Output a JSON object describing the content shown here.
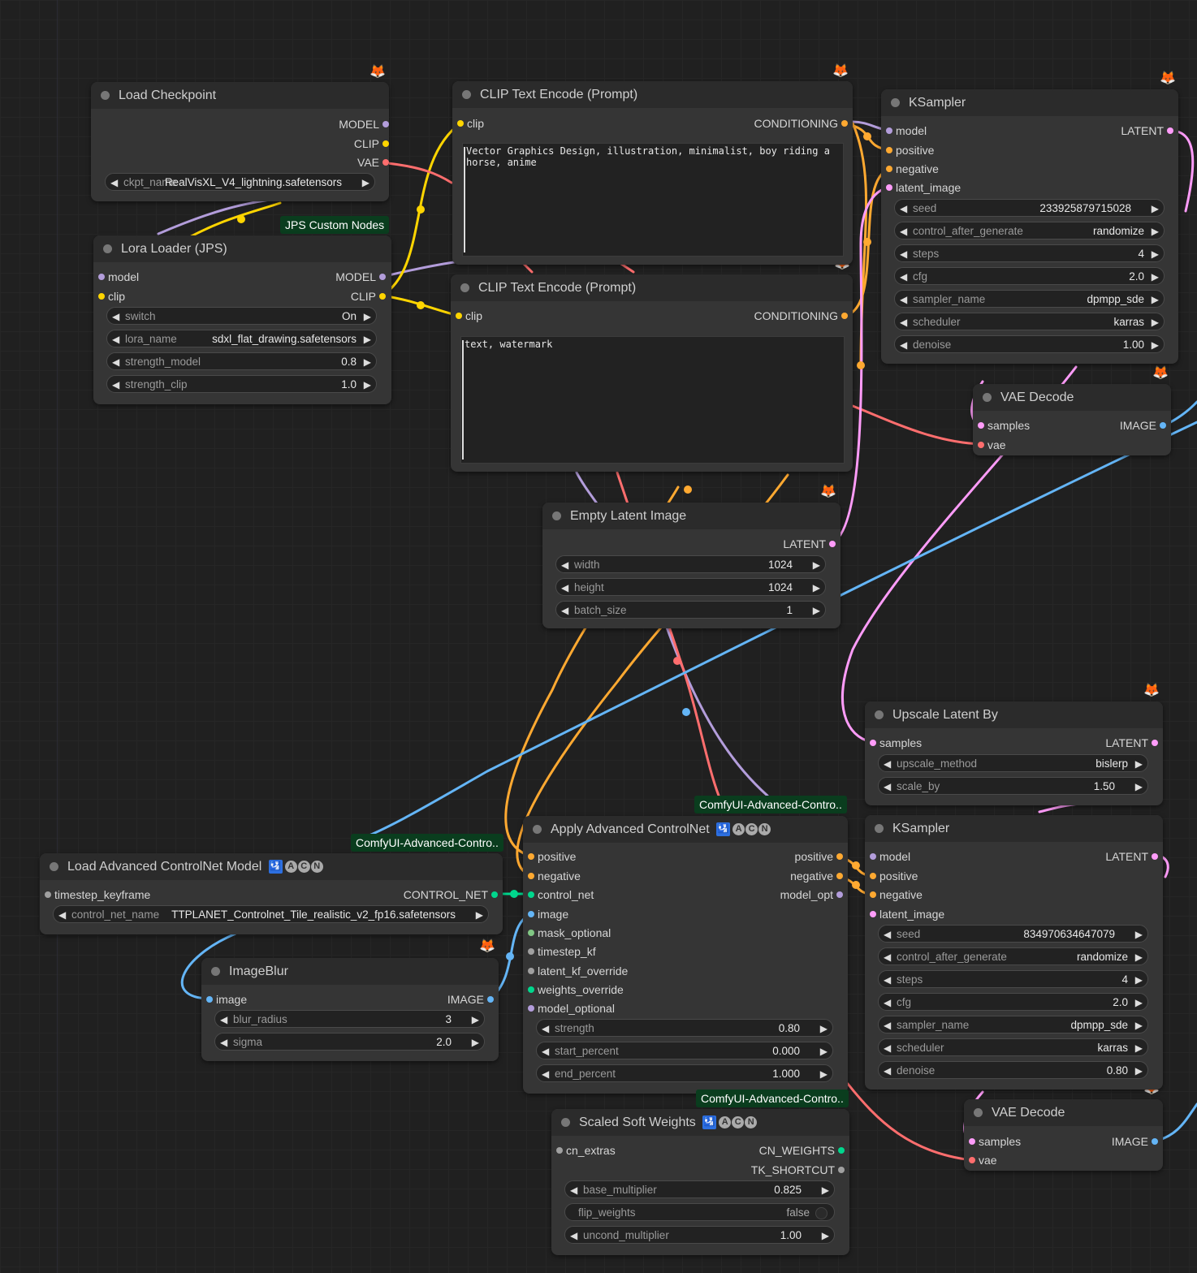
{
  "colors": {
    "model": "#b39ddb",
    "clip": "#ffd500",
    "vae": "#ff6e6e",
    "conditioning": "#ffa931",
    "latent": "#ff9cf9",
    "image": "#64b5f6",
    "control_net": "#00d78d",
    "mask": "#81c784",
    "gray": "#a0a0a0"
  },
  "icons": {
    "node_badge": "fox-icon",
    "nav_left": "left-arrow-icon",
    "nav_right": "right-arrow-icon"
  },
  "load_checkpoint": {
    "title": "Load Checkpoint",
    "out_model": "MODEL",
    "out_clip": "CLIP",
    "out_vae": "VAE",
    "ckpt_label": "ckpt_name",
    "ckpt_value": "RealVisXL_V4_lightning.safetensors"
  },
  "lora_loader": {
    "badge": "JPS Custom Nodes",
    "title": "Lora Loader (JPS)",
    "in_model": "model",
    "in_clip": "clip",
    "out_model": "MODEL",
    "out_clip": "CLIP",
    "widgets": [
      {
        "label": "switch",
        "value": "On"
      },
      {
        "label": "lora_name",
        "value": "sdxl_flat_drawing.safetensors"
      },
      {
        "label": "strength_model",
        "value": "0.8"
      },
      {
        "label": "strength_clip",
        "value": "1.0"
      }
    ]
  },
  "clip_pos": {
    "title": "CLIP Text Encode (Prompt)",
    "in_clip": "clip",
    "out": "CONDITIONING",
    "text": "Vector Graphics Design, illustration, minimalist, boy riding a horse, anime"
  },
  "clip_neg": {
    "title": "CLIP Text Encode (Prompt)",
    "in_clip": "clip",
    "out": "CONDITIONING",
    "text": "text, watermark"
  },
  "ksampler1": {
    "title": "KSampler",
    "inputs": [
      "model",
      "positive",
      "negative",
      "latent_image"
    ],
    "out": "LATENT",
    "widgets": [
      {
        "label": "seed",
        "value": "233925879715028"
      },
      {
        "label": "control_after_generate",
        "value": "randomize"
      },
      {
        "label": "steps",
        "value": "4"
      },
      {
        "label": "cfg",
        "value": "2.0"
      },
      {
        "label": "sampler_name",
        "value": "dpmpp_sde"
      },
      {
        "label": "scheduler",
        "value": "karras"
      },
      {
        "label": "denoise",
        "value": "1.00"
      }
    ]
  },
  "vae_decode1": {
    "title": "VAE Decode",
    "in_samples": "samples",
    "in_vae": "vae",
    "out": "IMAGE"
  },
  "empty_latent": {
    "title": "Empty Latent Image",
    "out": "LATENT",
    "widgets": [
      {
        "label": "width",
        "value": "1024"
      },
      {
        "label": "height",
        "value": "1024"
      },
      {
        "label": "batch_size",
        "value": "1"
      }
    ]
  },
  "upscale_latent": {
    "title": "Upscale Latent By",
    "in_samples": "samples",
    "out": "LATENT",
    "widgets": [
      {
        "label": "upscale_method",
        "value": "bislerp"
      },
      {
        "label": "scale_by",
        "value": "1.50"
      }
    ]
  },
  "ksampler2": {
    "title": "KSampler",
    "inputs": [
      "model",
      "positive",
      "negative",
      "latent_image"
    ],
    "out": "LATENT",
    "widgets": [
      {
        "label": "seed",
        "value": "834970634647079"
      },
      {
        "label": "control_after_generate",
        "value": "randomize"
      },
      {
        "label": "steps",
        "value": "4"
      },
      {
        "label": "cfg",
        "value": "2.0"
      },
      {
        "label": "sampler_name",
        "value": "dpmpp_sde"
      },
      {
        "label": "scheduler",
        "value": "karras"
      },
      {
        "label": "denoise",
        "value": "0.80"
      }
    ]
  },
  "vae_decode2": {
    "title": "VAE Decode",
    "in_samples": "samples",
    "in_vae": "vae",
    "out": "IMAGE"
  },
  "load_cn": {
    "badge": "ComfyUI-Advanced-Contro..",
    "title": "Load Advanced ControlNet Model",
    "acn": {
      "blue": "🛂",
      "a": "A",
      "c": "C",
      "n": "N"
    },
    "in_tk": "timestep_keyframe",
    "out": "CONTROL_NET",
    "cn_label": "control_net_name",
    "cn_value": "TTPLANET_Controlnet_Tile_realistic_v2_fp16.safetensors"
  },
  "image_blur": {
    "title": "ImageBlur",
    "in_image": "image",
    "out": "IMAGE",
    "widgets": [
      {
        "label": "blur_radius",
        "value": "3"
      },
      {
        "label": "sigma",
        "value": "2.0"
      }
    ]
  },
  "apply_cn": {
    "badge": "ComfyUI-Advanced-Contro..",
    "title": "Apply Advanced ControlNet",
    "acn": {
      "blue": "🛂",
      "a": "A",
      "c": "C",
      "n": "N"
    },
    "inputs": [
      "positive",
      "negative",
      "control_net",
      "image",
      "mask_optional",
      "timestep_kf",
      "latent_kf_override",
      "weights_override",
      "model_optional"
    ],
    "outputs": [
      "positive",
      "negative",
      "model_opt"
    ],
    "widgets": [
      {
        "label": "strength",
        "value": "0.80"
      },
      {
        "label": "start_percent",
        "value": "0.000"
      },
      {
        "label": "end_percent",
        "value": "1.000"
      }
    ]
  },
  "scaled_soft": {
    "badge": "ComfyUI-Advanced-Contro..",
    "title": "Scaled Soft Weights",
    "acn": {
      "blue": "🛂",
      "a": "A",
      "c": "C",
      "n": "N"
    },
    "in_cn": "cn_extras",
    "out_cw": "CN_WEIGHTS",
    "out_tk": "TK_SHORTCUT",
    "widgets": [
      {
        "label": "base_multiplier",
        "value": "0.825"
      },
      {
        "label": "flip_weights",
        "value": "false"
      },
      {
        "label": "uncond_multiplier",
        "value": "1.00"
      }
    ]
  }
}
